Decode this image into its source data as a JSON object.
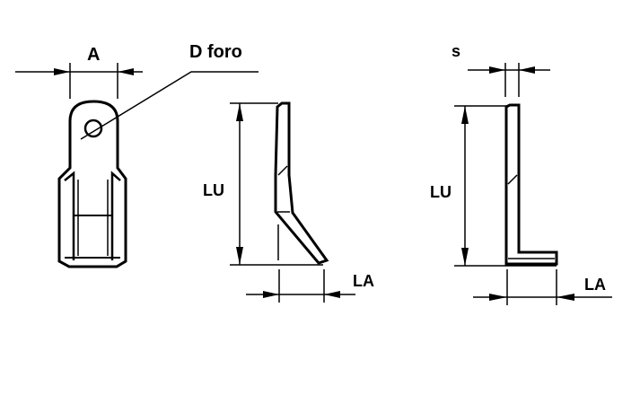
{
  "labels": {
    "width_a": "A",
    "hole_diameter": "D foro",
    "thickness_s": "s",
    "useful_length_1": "LU",
    "useful_length_2": "LU",
    "lateral_width_1": "LA",
    "lateral_width_2": "LA"
  },
  "colors": {
    "ink": "#000000",
    "background": "#ffffff"
  }
}
